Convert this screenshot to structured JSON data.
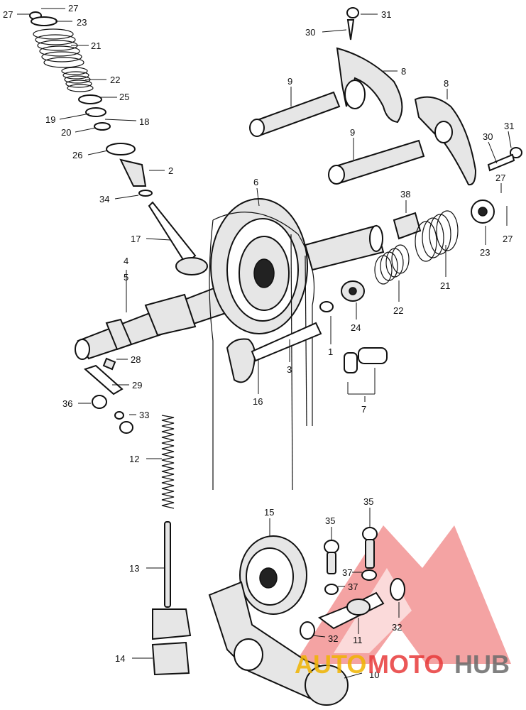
{
  "diagram": {
    "callouts": [
      {
        "id": "c27a",
        "text": "27"
      },
      {
        "id": "c27b",
        "text": "27"
      },
      {
        "id": "c23a",
        "text": "23"
      },
      {
        "id": "c21a",
        "text": "21"
      },
      {
        "id": "c22a",
        "text": "22"
      },
      {
        "id": "c25",
        "text": "25"
      },
      {
        "id": "c19",
        "text": "19"
      },
      {
        "id": "c18",
        "text": "18"
      },
      {
        "id": "c20",
        "text": "20"
      },
      {
        "id": "c26",
        "text": "26"
      },
      {
        "id": "c2",
        "text": "2"
      },
      {
        "id": "c34",
        "text": "34"
      },
      {
        "id": "c17",
        "text": "17"
      },
      {
        "id": "c4",
        "text": "4"
      },
      {
        "id": "c5",
        "text": "5"
      },
      {
        "id": "c6",
        "text": "6"
      },
      {
        "id": "c9a",
        "text": "9"
      },
      {
        "id": "c9b",
        "text": "9"
      },
      {
        "id": "c8a",
        "text": "8"
      },
      {
        "id": "c8b",
        "text": "8"
      },
      {
        "id": "c31a",
        "text": "31"
      },
      {
        "id": "c30a",
        "text": "30"
      },
      {
        "id": "c31b",
        "text": "31"
      },
      {
        "id": "c30b",
        "text": "30"
      },
      {
        "id": "c27c",
        "text": "27"
      },
      {
        "id": "c27d",
        "text": "27"
      },
      {
        "id": "c38",
        "text": "38"
      },
      {
        "id": "c23b",
        "text": "23"
      },
      {
        "id": "c21b",
        "text": "21"
      },
      {
        "id": "c22b",
        "text": "22"
      },
      {
        "id": "c24",
        "text": "24"
      },
      {
        "id": "c1",
        "text": "1"
      },
      {
        "id": "c3",
        "text": "3"
      },
      {
        "id": "c16",
        "text": "16"
      },
      {
        "id": "c7",
        "text": "7"
      },
      {
        "id": "c28",
        "text": "28"
      },
      {
        "id": "c29",
        "text": "29"
      },
      {
        "id": "c36",
        "text": "36"
      },
      {
        "id": "c33",
        "text": "33"
      },
      {
        "id": "c12",
        "text": "12"
      },
      {
        "id": "c13",
        "text": "13"
      },
      {
        "id": "c14",
        "text": "14"
      },
      {
        "id": "c15",
        "text": "15"
      },
      {
        "id": "c35a",
        "text": "35"
      },
      {
        "id": "c35b",
        "text": "35"
      },
      {
        "id": "c37a",
        "text": "37"
      },
      {
        "id": "c37b",
        "text": "37"
      },
      {
        "id": "c32a",
        "text": "32"
      },
      {
        "id": "c32b",
        "text": "32"
      },
      {
        "id": "c11",
        "text": "11"
      },
      {
        "id": "c10",
        "text": "10"
      }
    ]
  },
  "watermark": {
    "part1": "AUTO",
    "part2": "MOTO",
    "part3": "HUB",
    "colors": {
      "triangle": "#e83a3a",
      "auto": "#f0b400",
      "moto": "#e83a3a",
      "hub": "#6b6b6b"
    }
  }
}
